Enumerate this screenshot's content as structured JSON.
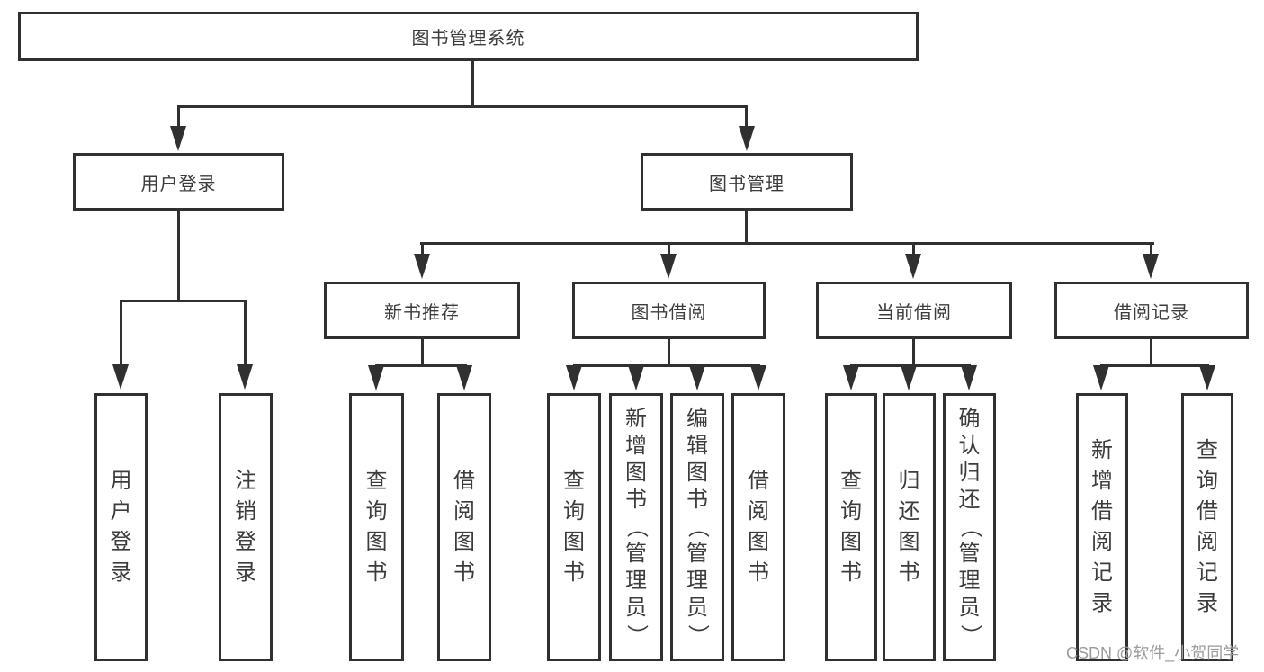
{
  "diagram": {
    "root": {
      "label": "图书管理系统"
    },
    "level2": {
      "user_login": {
        "label": "用户登录"
      },
      "book_management": {
        "label": "图书管理"
      }
    },
    "level3": {
      "new_book_recommend": {
        "label": "新书推荐"
      },
      "book_borrowing": {
        "label": "图书借阅"
      },
      "current_borrowing": {
        "label": "当前借阅"
      },
      "borrowing_records": {
        "label": "借阅记录"
      }
    },
    "level4": {
      "user_login_children": [
        "用户登录",
        "注销登录"
      ],
      "new_book_recommend_children": [
        "查询图书",
        "借阅图书"
      ],
      "book_borrowing_children": [
        "查询图书",
        "新增图书（管理员）",
        "编辑图书（管理员）",
        "借阅图书"
      ],
      "current_borrowing_children": [
        "查询图书",
        "归还图书",
        "确认归还（管理员）"
      ],
      "borrowing_records_children": [
        "新增借阅记录",
        "查询借阅记录"
      ]
    }
  },
  "watermark": {
    "text": "CSDN @软件_小贺同学"
  },
  "colors": {
    "line": "#303030",
    "text": "#3c3c3c",
    "watermark": "#9b9b9b",
    "background": "#ffffff"
  }
}
